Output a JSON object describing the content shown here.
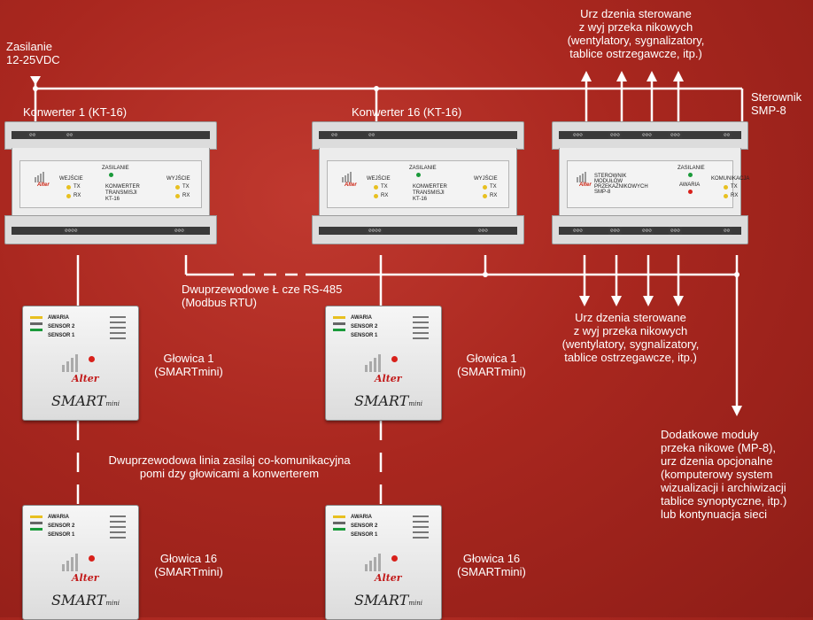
{
  "power": {
    "label_line1": "Zasilanie",
    "label_line2": "12-25VDC"
  },
  "converter1": {
    "label": "Konwerter 1 (KT-16)"
  },
  "converter16": {
    "label": "Konwerter 16 (KT-16)"
  },
  "controller": {
    "label_line1": "Sterownik",
    "label_line2": "SMP-8"
  },
  "devices_top": {
    "l1": "Urz dzenia sterowane",
    "l2": "z wyj   przeka nikowych",
    "l3": "(wentylatory, sygnalizatory,",
    "l4": "tablice ostrzegawcze, itp.)"
  },
  "devices_bottom": {
    "l1": "Urz dzenia sterowane",
    "l2": "z wyj   przeka nikowych",
    "l3": "(wentylatory, sygnalizatory,",
    "l4": "tablice ostrzegawcze, itp.)"
  },
  "rs485": {
    "l1": "Dwuprzewodowe Ł cze RS-485",
    "l2": "(Modbus RTU)"
  },
  "line": {
    "l1": "Dwuprzewodowa linia zasilaj co-komunikacyjna",
    "l2": "pomi dzy głowicami a konwerterem"
  },
  "extra": {
    "l1": "Dodatkowe moduły",
    "l2": "przeka nikowe (MP-8),",
    "l3": "urz dzenia opcjonalne",
    "l4": "(komputerowy system",
    "l5": "wizualizacji i archiwizacji",
    "l6": "tablice synoptyczne, itp.)",
    "l7": "lub kontynuacja sieci"
  },
  "heads": [
    {
      "l1": "Głowica 1",
      "l2": "(SMARTmini)"
    },
    {
      "l1": "Głowica 1",
      "l2": "(SMARTmini)"
    },
    {
      "l1": "Głowica 16",
      "l2": "(SMARTmini)"
    },
    {
      "l1": "Głowica 16",
      "l2": "(SMARTmini)"
    }
  ],
  "kt": {
    "in": "WEJŚCIE",
    "out": "WYJŚCIE",
    "power": "ZASILANIE",
    "name1": "KONWERTER",
    "name2": "TRANSMISJI",
    "name3": "KT-16",
    "tx": "TX",
    "rx": "RX"
  },
  "smp": {
    "name1": "STEROWNIK",
    "name2": "MODUŁÓW",
    "name3": "PRZEKAŹNIKOWYCH",
    "name4": "SMP-8",
    "power": "ZASILANIE",
    "alarm": "AWARIA",
    "comm": "KOMUNIKACJA",
    "tx": "TX",
    "rx": "RX"
  },
  "sensor": {
    "alarm": "AWARIA",
    "s2": "SENSOR 2",
    "s1": "SENSOR 1",
    "brand": "Alter",
    "model": "SMART",
    "model_suffix": "mini"
  },
  "colors": {
    "background": "#a9271f",
    "wire": "#ffffff",
    "module": "#e6e6e6"
  }
}
